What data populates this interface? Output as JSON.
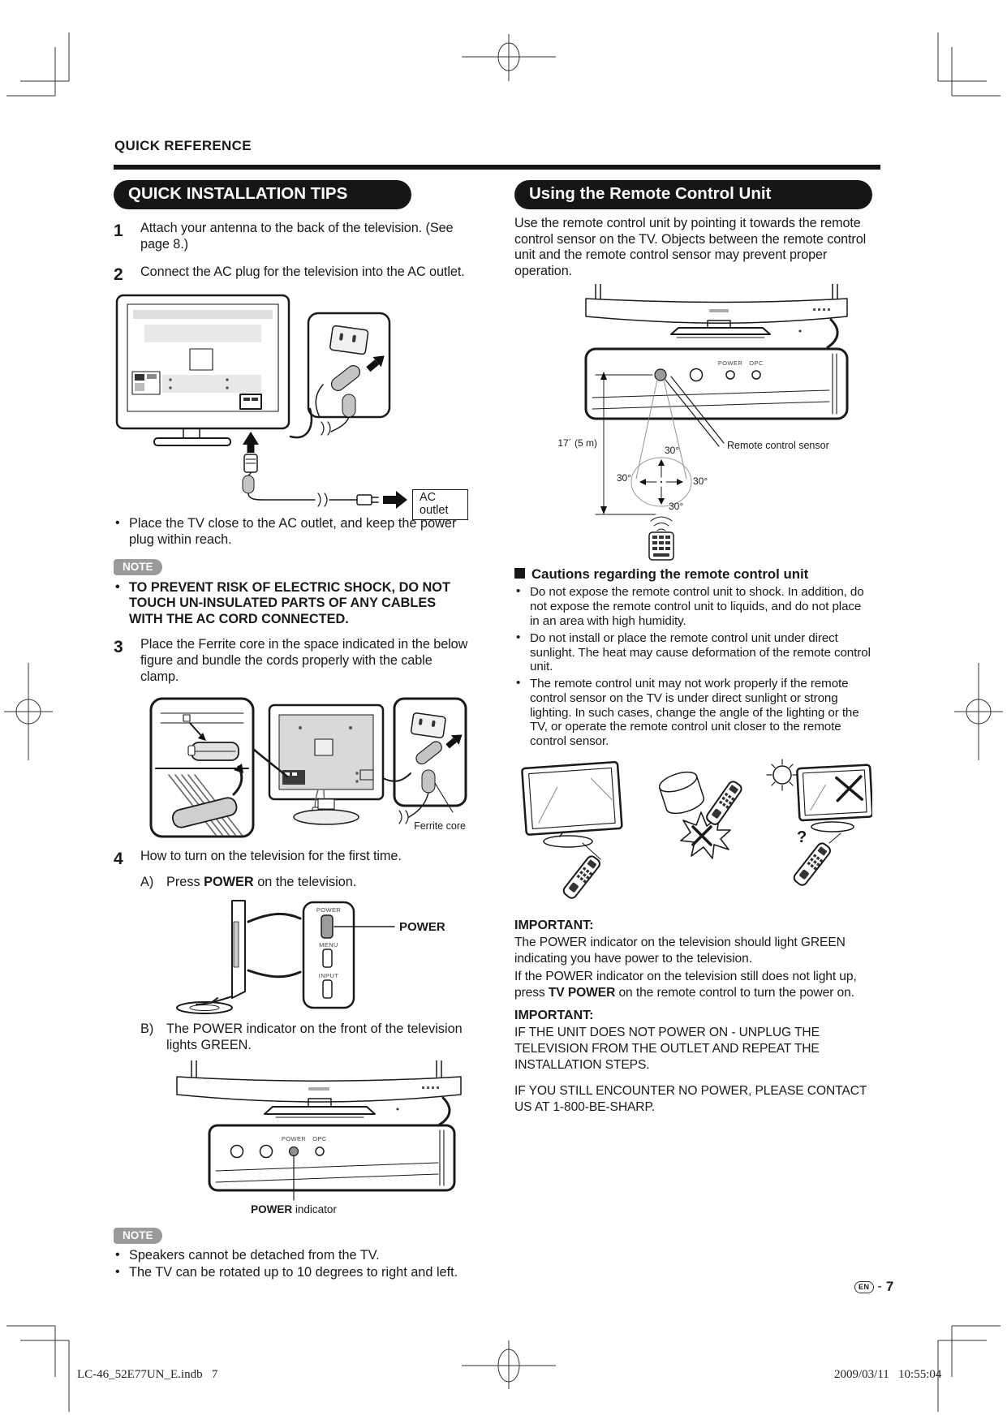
{
  "page": {
    "title": "QUICK REFERENCE",
    "footer_left": "LC-46_52E77UN_E.indb   7",
    "footer_right": "2009/03/11   10:55:04",
    "page_number": {
      "lang": "EN",
      "sep": "-",
      "num": "7"
    }
  },
  "install": {
    "title": "QUICK INSTALLATION TIPS",
    "steps": {
      "s1": {
        "num": "1",
        "text": "Attach your antenna to the back of the television. (See page 8.)"
      },
      "s2": {
        "num": "2",
        "text": "Connect the AC plug for the television into the AC outlet."
      },
      "s3": {
        "num": "3",
        "text": "Place the Ferrite core in the space indicated in the below figure and bundle the cords properly with the cable clamp."
      },
      "s4": {
        "num": "4",
        "text": "How to turn on the television for the first time.",
        "a_label": "A)",
        "a_pre": "Press ",
        "a_bold": "POWER",
        "a_post": " on the television.",
        "b_label": "B)",
        "b_text": "The POWER indicator on the front of the television lights GREEN."
      }
    },
    "fig_ac": {
      "outlet_label": "AC outlet"
    },
    "bullet_outlet": "Place the TV close to the AC outlet, and keep the power plug within reach.",
    "note1": {
      "label": "NOTE",
      "warning": "TO PREVENT RISK OF ELECTRIC SHOCK, DO NOT TOUCH UN-INSULATED PARTS OF ANY CABLES WITH THE AC CORD CONNECTED."
    },
    "fig_ferrite": {
      "label": "Ferrite core"
    },
    "fig_buttons": {
      "power": "POWER",
      "menu": "MENU",
      "input": "INPUT",
      "callout": "POWER"
    },
    "fig_indicator": {
      "power": "POWER",
      "opc": "OPC",
      "caption_bold": "POWER",
      "caption_rest": " indicator"
    },
    "note2": {
      "label": "NOTE",
      "bullets": [
        "Speakers cannot be detached from the TV.",
        "The TV can be rotated up to 10 degrees to right and left."
      ]
    }
  },
  "remote": {
    "title": "Using the Remote Control Unit",
    "intro": "Use the remote control unit by pointing it towards the remote control sensor on the TV. Objects between the remote control unit and the remote control sensor may prevent proper operation.",
    "fig_sensor": {
      "distance": "17´ (5 m)",
      "angle_top": "30°",
      "angle_left": "30°",
      "angle_right": "30°",
      "angle_bottom": "30°",
      "label": "Remote control sensor",
      "power": "POWER",
      "opc": "OPC"
    },
    "cautions_title": "Cautions regarding the remote control unit",
    "cautions": [
      "Do not expose the remote control unit to shock. In addition, do not expose the remote control unit to liquids, and do not place in an area with high humidity.",
      "Do not install or place the remote control unit under direct sunlight. The heat may cause deformation of the remote control unit.",
      "The remote control unit may not work properly if the remote control sensor on the TV is under direct sunlight or strong lighting. In such cases, change the angle of the lighting or the TV, or operate the remote control unit closer to the remote control sensor."
    ],
    "fig_cautions": {
      "question": "?"
    },
    "important1": {
      "title": "IMPORTANT:",
      "line1": "The POWER indicator on the television should light GREEN indicating you have power to the television.",
      "line2_pre": "If the POWER indicator on the television still does not light up, press ",
      "line2_bold": "TV POWER",
      "line2_post": " on the remote control to turn the power on."
    },
    "important2": {
      "title": "IMPORTANT:",
      "text": "IF THE UNIT DOES NOT POWER ON - UNPLUG THE TELEVISION FROM THE OUTLET AND REPEAT THE INSTALLATION STEPS."
    },
    "contact": "IF YOU STILL ENCOUNTER NO POWER, PLEASE CONTACT US AT 1-800-BE-SHARP."
  }
}
